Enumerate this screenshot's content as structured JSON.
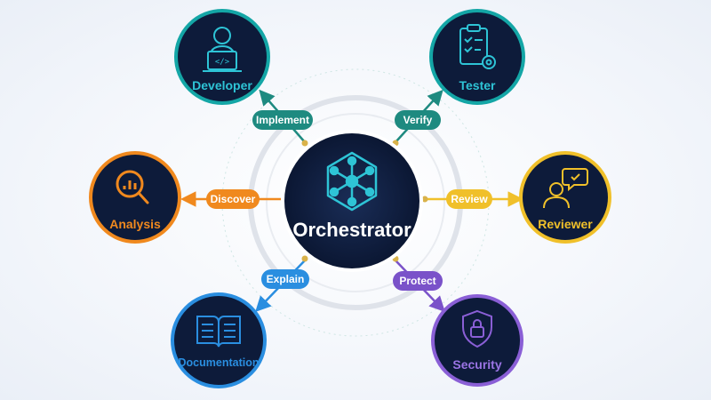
{
  "center": {
    "title": "Orchestrator",
    "icon": "network-hub-icon",
    "color": "#2ec4d6"
  },
  "nodes": {
    "developer": {
      "label": "Developer",
      "icon": "developer-laptop-icon",
      "color": "#14a6a6"
    },
    "tester": {
      "label": "Tester",
      "icon": "clipboard-checklist-gear-icon",
      "color": "#14a6a6"
    },
    "analysis": {
      "label": "Analysis",
      "icon": "magnifier-chart-icon",
      "color": "#f0891e"
    },
    "reviewer": {
      "label": "Reviewer",
      "icon": "person-speech-check-icon",
      "color": "#f0c02a"
    },
    "documentation": {
      "label": "Documentation",
      "icon": "open-book-icon",
      "color": "#2a8ee0"
    },
    "security": {
      "label": "Security",
      "icon": "shield-lock-icon",
      "color": "#8a5fd6"
    }
  },
  "connectors": {
    "implement": {
      "label": "Implement",
      "color": "#1e8a80"
    },
    "verify": {
      "label": "Verify",
      "color": "#1e8a80"
    },
    "discover": {
      "label": "Discover",
      "color": "#f0891e"
    },
    "review": {
      "label": "Review",
      "color": "#f0c02a"
    },
    "explain": {
      "label": "Explain",
      "color": "#2a8ee0"
    },
    "protect": {
      "label": "Protect",
      "color": "#7a52c9"
    }
  },
  "node_fill": "#0d1b3a"
}
